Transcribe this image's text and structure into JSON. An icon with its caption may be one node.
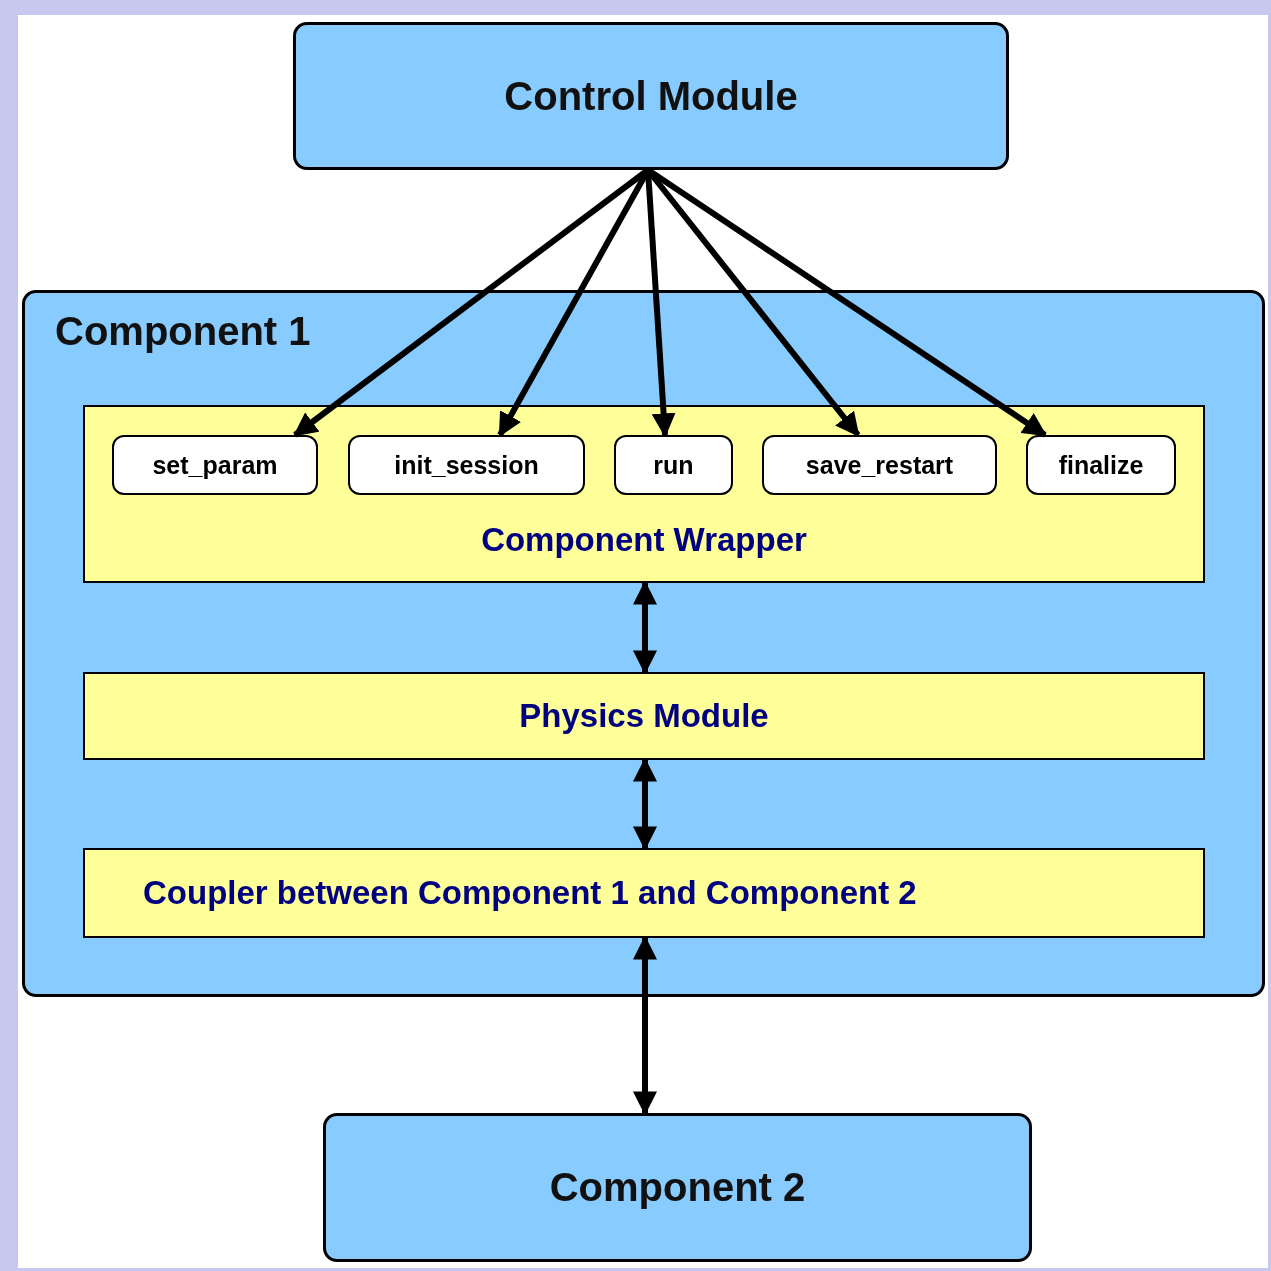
{
  "diagram": {
    "nodes": [
      {
        "text": [
          "Control Module"
        ]
      },
      {
        "text": [
          "Component 1"
        ]
      },
      {
        "text": [
          "Component Wrapper"
        ],
        "in": 1
      },
      {
        "text": [
          "set_param"
        ],
        "in": 2
      },
      {
        "text": [
          "init_session"
        ],
        "in": 2
      },
      {
        "text": [
          "run"
        ],
        "in": 2
      },
      {
        "text": [
          "save_restart"
        ],
        "in": 2
      },
      {
        "text": [
          "finalize"
        ],
        "in": 2
      },
      {
        "text": [
          "Physics Module"
        ],
        "in": 1
      },
      {
        "text": [
          "Coupler between Component 1 and Component 2"
        ],
        "in": 1
      },
      {
        "text": [
          "Component 2"
        ]
      }
    ],
    "edges": [
      {
        "from": 0,
        "to": 3,
        "arrow": "to"
      },
      {
        "from": 0,
        "to": 4,
        "arrow": "to"
      },
      {
        "from": 0,
        "to": 5,
        "arrow": "to"
      },
      {
        "from": 0,
        "to": 6,
        "arrow": "to"
      },
      {
        "from": 0,
        "to": 7,
        "arrow": "to"
      },
      {
        "from": 2,
        "to": 8,
        "arrow": "both"
      },
      {
        "from": 8,
        "to": 9,
        "arrow": "both"
      },
      {
        "from": 9,
        "to": 10,
        "arrow": "both"
      }
    ]
  }
}
